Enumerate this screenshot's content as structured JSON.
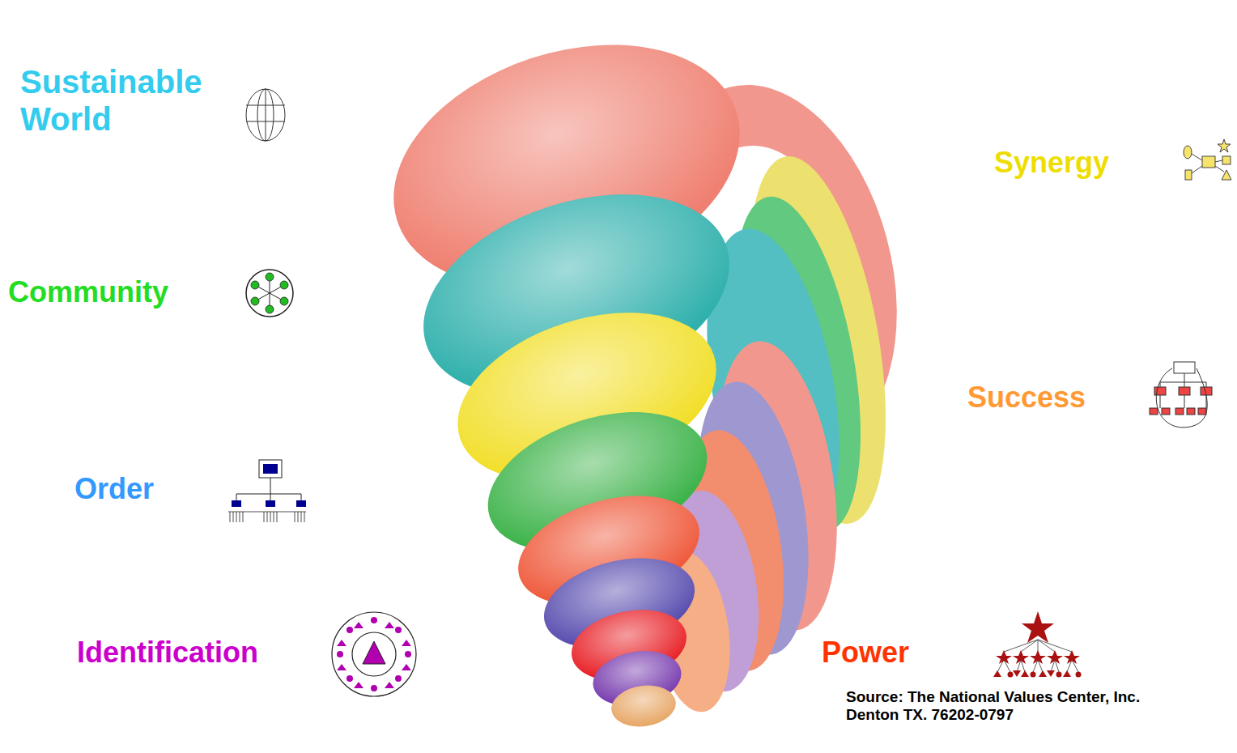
{
  "diagram": {
    "labels": [
      "Sustainable World",
      "Community",
      "Order",
      "Identification",
      "Synergy",
      "Success",
      "Power",
      "Source: The National Values Center, Inc. Denton TX. 76202-0797"
    ]
  }
}
